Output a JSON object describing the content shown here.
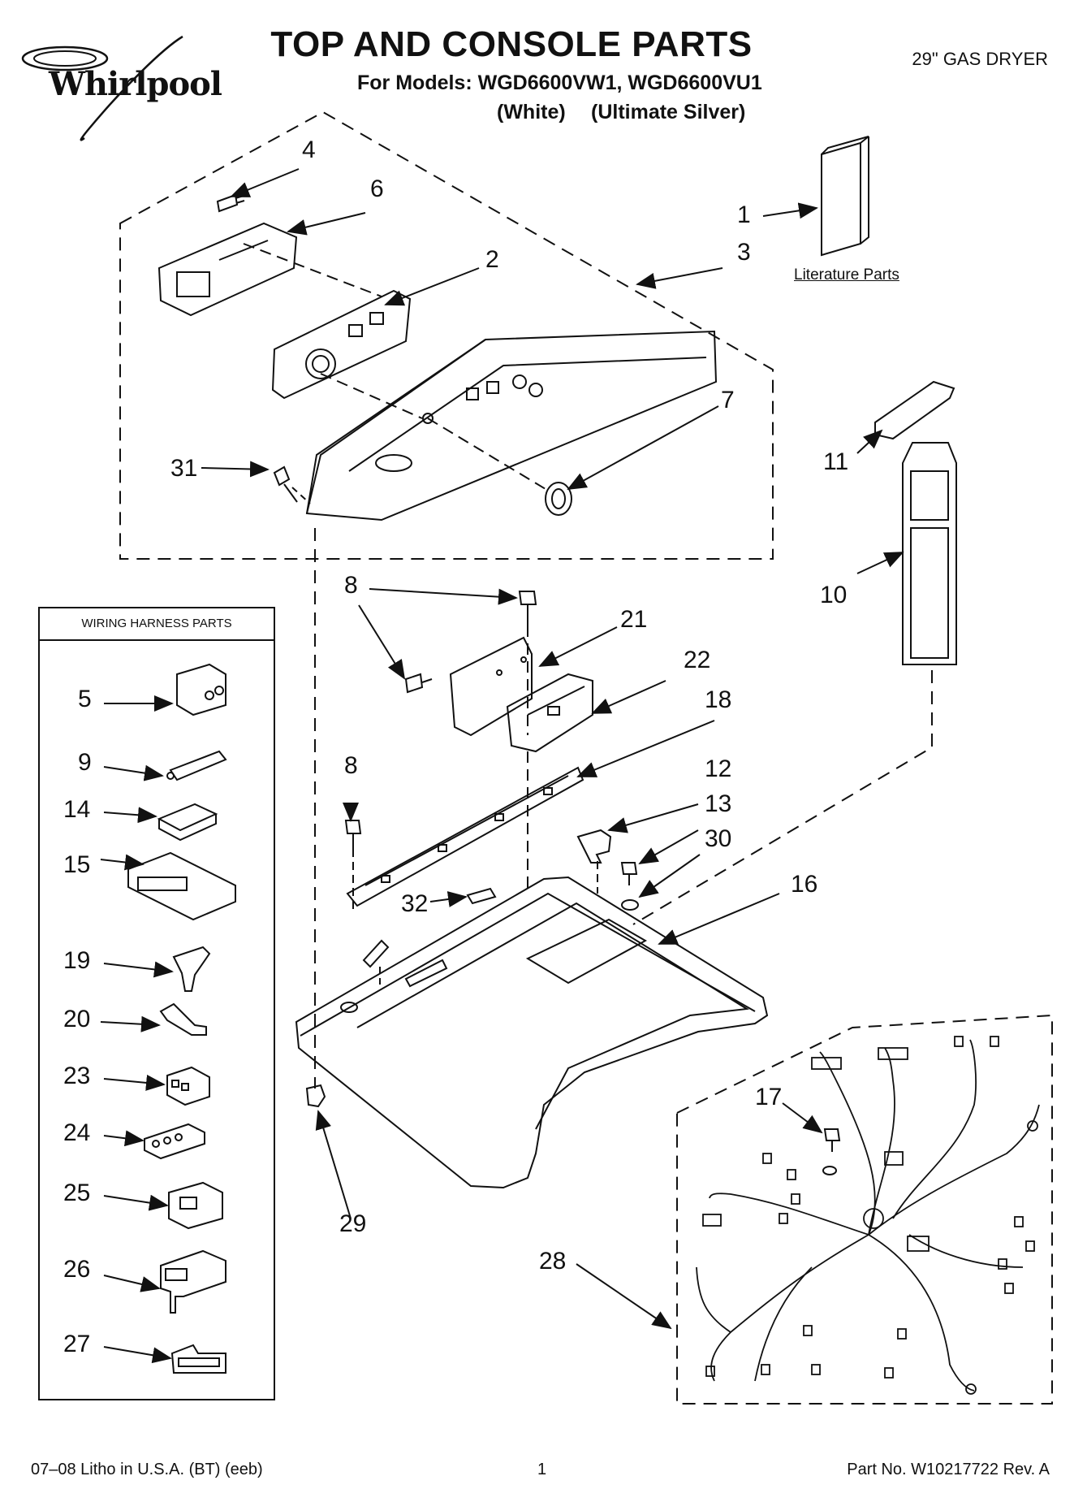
{
  "brand": "Whirlpool",
  "title": "TOP AND CONSOLE PARTS",
  "models_line": "For Models: WGD6600VW1, WGD6600VU1",
  "variants": {
    "white": "(White)",
    "silver": "(Ultimate Silver)"
  },
  "product": "29\" GAS DRYER",
  "literature_label": "Literature Parts",
  "wiring_box_title": "WIRING HARNESS PARTS",
  "callouts": [
    {
      "id": "c1",
      "label": "1"
    },
    {
      "id": "c2",
      "label": "2"
    },
    {
      "id": "c3",
      "label": "3"
    },
    {
      "id": "c4",
      "label": "4"
    },
    {
      "id": "c5",
      "label": "5"
    },
    {
      "id": "c6",
      "label": "6"
    },
    {
      "id": "c7",
      "label": "7"
    },
    {
      "id": "c8a",
      "label": "8"
    },
    {
      "id": "c8b",
      "label": "8"
    },
    {
      "id": "c9",
      "label": "9"
    },
    {
      "id": "c10",
      "label": "10"
    },
    {
      "id": "c11",
      "label": "11"
    },
    {
      "id": "c12",
      "label": "12"
    },
    {
      "id": "c13",
      "label": "13"
    },
    {
      "id": "c14",
      "label": "14"
    },
    {
      "id": "c15",
      "label": "15"
    },
    {
      "id": "c16",
      "label": "16"
    },
    {
      "id": "c17",
      "label": "17"
    },
    {
      "id": "c18",
      "label": "18"
    },
    {
      "id": "c19",
      "label": "19"
    },
    {
      "id": "c20",
      "label": "20"
    },
    {
      "id": "c21",
      "label": "21"
    },
    {
      "id": "c22",
      "label": "22"
    },
    {
      "id": "c23",
      "label": "23"
    },
    {
      "id": "c24",
      "label": "24"
    },
    {
      "id": "c25",
      "label": "25"
    },
    {
      "id": "c26",
      "label": "26"
    },
    {
      "id": "c27",
      "label": "27"
    },
    {
      "id": "c28",
      "label": "28"
    },
    {
      "id": "c29",
      "label": "29"
    },
    {
      "id": "c30",
      "label": "30"
    },
    {
      "id": "c31",
      "label": "31"
    },
    {
      "id": "c32",
      "label": "32"
    }
  ],
  "footer": {
    "left": "07–08 Litho in U.S.A. (BT) (eeb)",
    "page": "1",
    "right": "Part No. W10217722 Rev. A"
  }
}
